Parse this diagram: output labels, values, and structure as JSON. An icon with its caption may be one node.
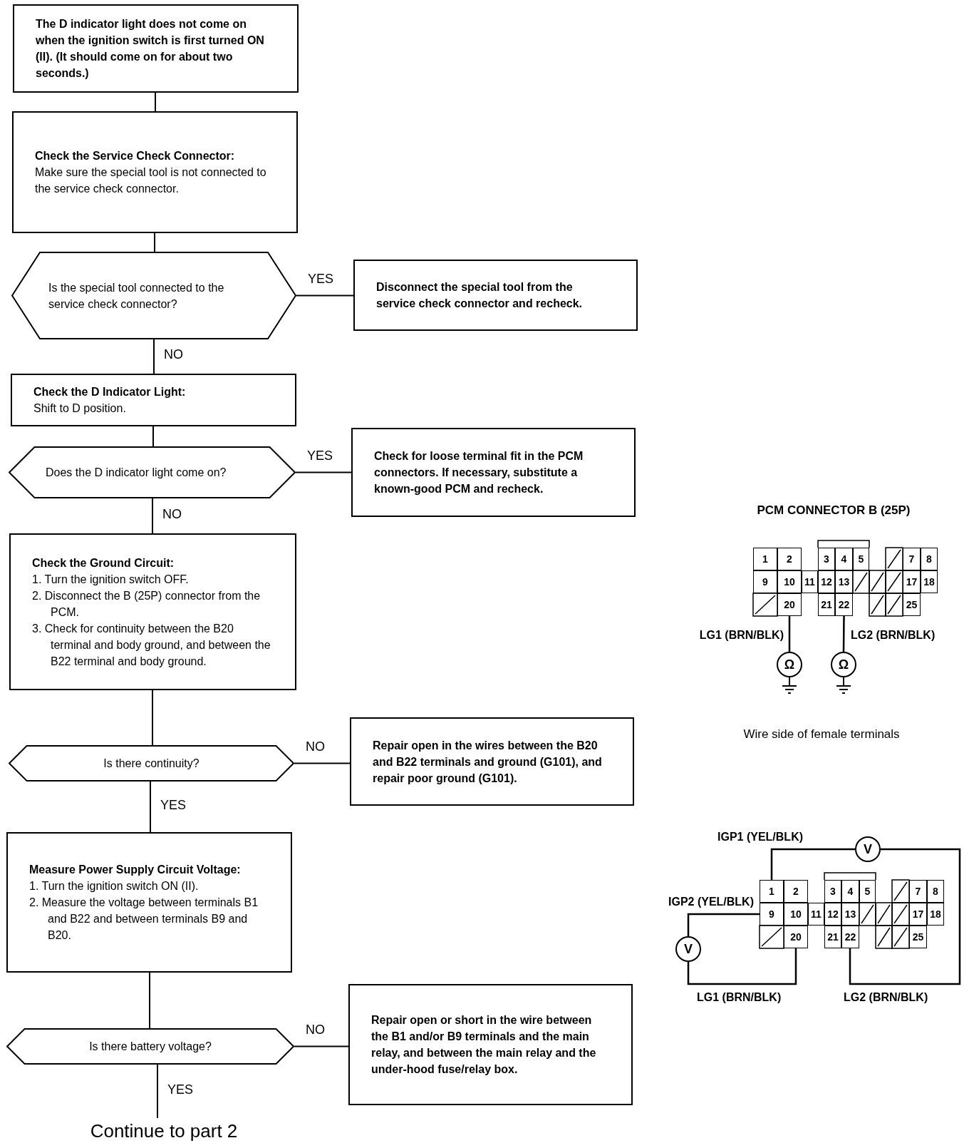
{
  "diagram": {
    "nodes": [
      {
        "text": [
          "The D indicator light does not come on when the ignition switch is first turned ON (II). (It should come on for about two seconds.)"
        ]
      },
      {
        "text": [
          "Check the Service Check Connector:",
          "Make sure the special tool is not connected to the service check connector."
        ]
      },
      {
        "text": [
          "Is the special tool connected to the service check connector?"
        ]
      },
      {
        "text": [
          "Disconnect the special tool from the service check connector and recheck."
        ]
      },
      {
        "text": [
          "Check the D Indicator Light:",
          "Shift to D position."
        ]
      },
      {
        "text": [
          "Does the D indicator light come on?"
        ]
      },
      {
        "text": [
          "Check for loose terminal fit in the PCM connectors. If necessary, substitute a known-good PCM and recheck."
        ]
      },
      {
        "text": [
          "Check the Ground Circuit:",
          "1. Turn the ignition switch OFF.",
          "2. Disconnect the B (25P) connector from the PCM.",
          "3. Check for continuity between the B20 terminal and body ground, and between the B22 terminal and body ground."
        ]
      },
      {
        "text": [
          "Is there continuity?"
        ]
      },
      {
        "text": [
          "Repair open in the wires between the B20 and B22 terminals and ground (G101), and repair poor ground (G101)."
        ]
      },
      {
        "text": [
          "Measure Power Supply Circuit Voltage:",
          "1. Turn the ignition switch ON (II).",
          "2. Measure the voltage between terminals B1 and B22 and between terminals B9 and B20."
        ]
      },
      {
        "text": [
          "Is there battery voltage?"
        ]
      },
      {
        "text": [
          "Repair open or short in the wire between the B1 and/or B9 terminals and the main relay, and between the main relay and the under-hood fuse/relay box."
        ]
      },
      {
        "text": [
          "Continue to part 2"
        ]
      },
      {
        "text": [
          "1"
        ]
      },
      {
        "text": [
          "2"
        ]
      },
      {
        "text": [
          "3"
        ]
      },
      {
        "text": [
          "4"
        ]
      },
      {
        "text": [
          "5"
        ]
      },
      {
        "text": [
          "7"
        ]
      },
      {
        "text": [
          "8"
        ]
      },
      {
        "text": [
          "9"
        ]
      },
      {
        "text": [
          "10"
        ]
      },
      {
        "text": [
          "11"
        ]
      },
      {
        "text": [
          "12"
        ]
      },
      {
        "text": [
          "13"
        ]
      },
      {
        "text": [
          "17"
        ]
      },
      {
        "text": [
          "18"
        ]
      },
      {
        "text": [
          "20"
        ]
      },
      {
        "text": [
          "21"
        ]
      },
      {
        "text": [
          "22"
        ]
      },
      {
        "text": [
          "25"
        ]
      },
      {
        "text": [
          "Ω"
        ]
      },
      {
        "text": [
          "Ω"
        ]
      },
      {
        "text": [
          "1"
        ]
      },
      {
        "text": [
          "2"
        ]
      },
      {
        "text": [
          "3"
        ]
      },
      {
        "text": [
          "4"
        ]
      },
      {
        "text": [
          "5"
        ]
      },
      {
        "text": [
          "7"
        ]
      },
      {
        "text": [
          "8"
        ]
      },
      {
        "text": [
          "9"
        ]
      },
      {
        "text": [
          "10"
        ]
      },
      {
        "text": [
          "11"
        ]
      },
      {
        "text": [
          "12"
        ]
      },
      {
        "text": [
          "13"
        ]
      },
      {
        "text": [
          "17"
        ]
      },
      {
        "text": [
          "18"
        ]
      },
      {
        "text": [
          "20"
        ]
      },
      {
        "text": [
          "21"
        ]
      },
      {
        "text": [
          "22"
        ]
      },
      {
        "text": [
          "25"
        ]
      },
      {
        "text": [
          "V"
        ]
      },
      {
        "text": [
          "V"
        ]
      }
    ],
    "edges": [
      {
        "from": 0,
        "to": 1,
        "arrow": "none"
      },
      {
        "from": 1,
        "to": 2,
        "arrow": "none"
      },
      {
        "from": 2,
        "to": 3,
        "arrow": "none",
        "label": "YES"
      },
      {
        "from": 2,
        "to": 4,
        "arrow": "none",
        "label": "NO"
      },
      {
        "from": 4,
        "to": 5,
        "arrow": "none"
      },
      {
        "from": 5,
        "to": 6,
        "arrow": "none",
        "label": "YES"
      },
      {
        "from": 5,
        "to": 7,
        "arrow": "none",
        "label": "NO"
      },
      {
        "from": 7,
        "to": 8,
        "arrow": "none"
      },
      {
        "from": 8,
        "to": 9,
        "arrow": "none",
        "label": "NO"
      },
      {
        "from": 8,
        "to": 10,
        "arrow": "none",
        "label": "YES"
      },
      {
        "from": 10,
        "to": 11,
        "arrow": "none"
      },
      {
        "from": 11,
        "to": 12,
        "arrow": "none",
        "label": "NO"
      },
      {
        "from": 11,
        "to": 13,
        "arrow": "none",
        "label": "YES"
      },
      {
        "from": 28,
        "to": 32,
        "arrow": "none"
      },
      {
        "from": 30,
        "to": 33,
        "arrow": "none"
      },
      {
        "from": 34,
        "to": 52,
        "arrow": "none"
      },
      {
        "from": 52,
        "to": 50,
        "arrow": "none"
      },
      {
        "from": 41,
        "to": 53,
        "arrow": "none"
      },
      {
        "from": 53,
        "to": 48,
        "arrow": "none"
      }
    ],
    "labels": [
      "PCM CONNECTOR B (25P)",
      "LG1 (BRN/BLK)",
      "LG2 (BRN/BLK)",
      "Wire side of female terminals",
      "IGP1 (YEL/BLK)",
      "IGP2 (YEL/BLK)",
      "LG1 (BRN/BLK)",
      "LG2 (BRN/BLK)"
    ]
  }
}
